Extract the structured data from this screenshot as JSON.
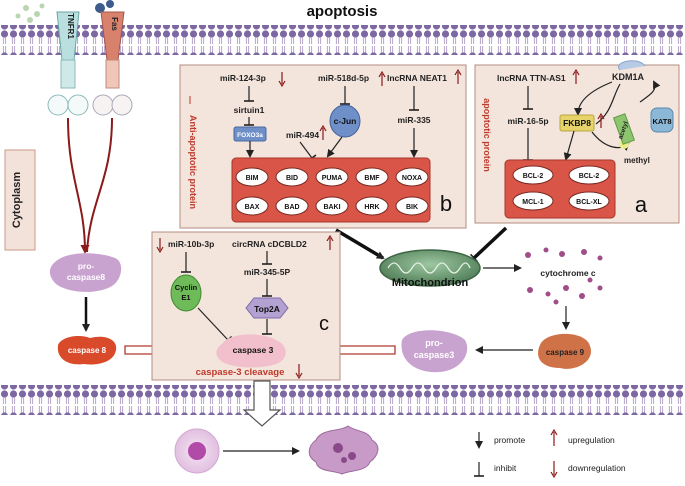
{
  "title": "apoptosis",
  "receptors": {
    "tnfr1": "TNFR1",
    "fas": "Fas"
  },
  "cytoplasm": "Cytoplasm",
  "extrinsic": {
    "procaspase8": [
      "pro-",
      "caspase8"
    ],
    "caspase8": "caspase 8"
  },
  "panel_b": {
    "side_label": "Anti-apoptotic protein",
    "mir124": "miR-124-3p",
    "sirtuin": "sirtuin1",
    "foxo3a": "FOXO3a",
    "mir494": "miR-494",
    "mir518": "miR-518d-5p",
    "cjun": "c-Jun",
    "neat1": "lncRNA NEAT1",
    "mir335": "miR-335",
    "proteins_row1": [
      "BIM",
      "BID",
      "PUMA",
      "BMF",
      "NOXA"
    ],
    "proteins_row2": [
      "BAX",
      "BAD",
      "BAKI",
      "HRK",
      "BIK"
    ],
    "letter": "b"
  },
  "panel_a": {
    "side_label": "apoptotic protein",
    "ttn": "lncRNA TTN-AS1",
    "kdm1a": "KDM1A",
    "mir16": "miR-16-5p",
    "fkbp8": "FKBP8",
    "acetyl": "acetyl",
    "kat8": "KAT8",
    "methyl": "methyl",
    "proteins": [
      "BCL-2",
      "BCL-2",
      "MCL-1",
      "BCL-XL"
    ],
    "letter": "a"
  },
  "mitochondrion": "Mitochondrion",
  "cytochrome": "cytochrome c",
  "caspase9": "caspase 9",
  "procaspase3": [
    "pro-",
    "caspase3"
  ],
  "panel_c": {
    "mir10b": "miR-10b-3p",
    "cyclin": [
      "Cyclin",
      "E1"
    ],
    "circ": "circRNA cDCBLD2",
    "mir345": "miR-345-5P",
    "top2a": "Top2A",
    "caspase3": "caspase 3",
    "cleavage": "caspase-3 cleavage",
    "letter": "c"
  },
  "legend": {
    "promote": "promote",
    "inhibit": "inhibit",
    "up": "upregulation",
    "down": "downregulation"
  },
  "colors": {
    "red": "#c0392b",
    "darkred": "#8b1a1a",
    "panel": "#f3e4dc",
    "membrane": "#8b72a8"
  }
}
